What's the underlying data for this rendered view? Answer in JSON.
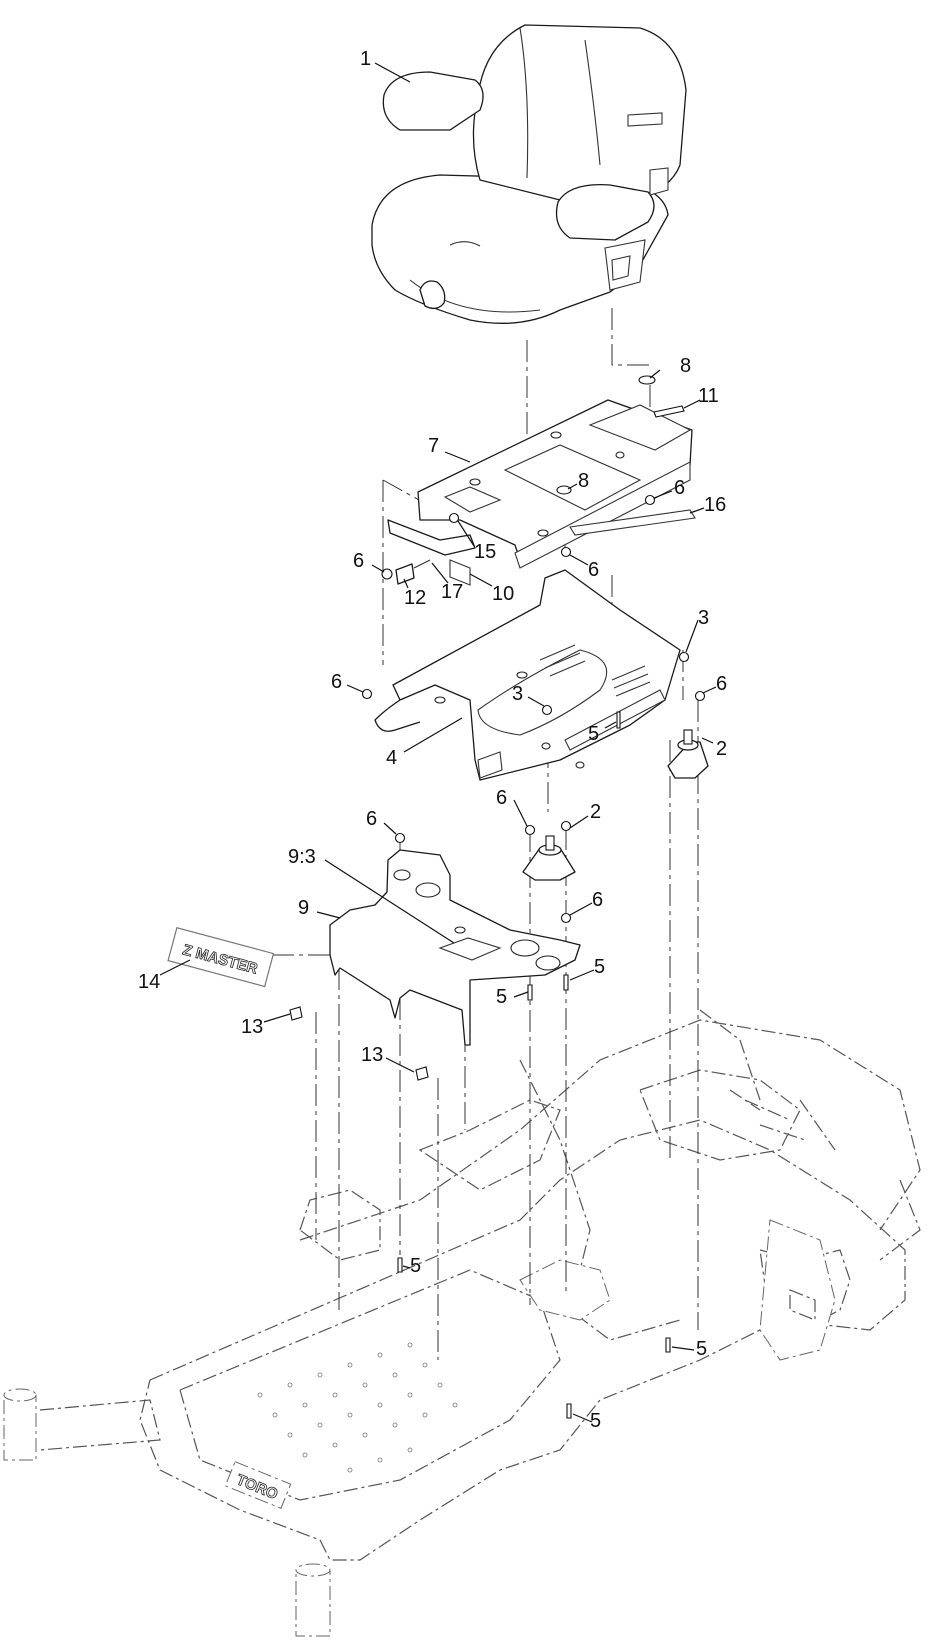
{
  "callouts": {
    "c1": "1",
    "c8a": "8",
    "c11": "11",
    "c7": "7",
    "c8b": "8",
    "c6a": "6",
    "c16": "16",
    "c15": "15",
    "c6b": "6",
    "c12": "12",
    "c17": "17",
    "c10": "10",
    "c6c": "6",
    "c3a": "3",
    "c6d": "6",
    "c3b": "3",
    "c6e": "6",
    "c5a": "5",
    "c2a": "2",
    "c4": "4",
    "c6f": "6",
    "c2b": "2",
    "c6g": "6",
    "c93": "9:3",
    "c6h": "6",
    "c9": "9",
    "c5b": "5",
    "c5c": "5",
    "c14": "14",
    "c13a": "13",
    "c13b": "13",
    "c5d": "5",
    "c5e": "5",
    "c5f": "5"
  },
  "decals": {
    "zmaster": "Z MASTER",
    "toro": "TORO"
  }
}
